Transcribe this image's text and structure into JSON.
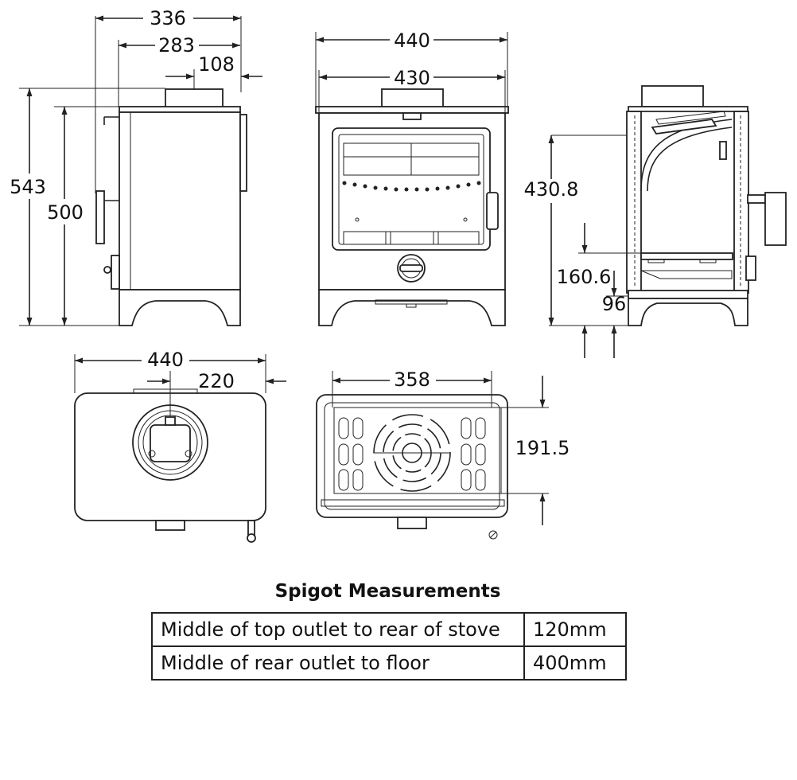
{
  "dimensions": {
    "side_view": {
      "overall_depth": "336",
      "body_depth": "283",
      "flue_offset": "108",
      "overall_height": "543",
      "body_height": "500"
    },
    "front_view": {
      "overall_width": "440",
      "body_width": "430"
    },
    "section_view": {
      "flue_height": "430.8",
      "intermediate_height": "160.6",
      "base_height": "96"
    },
    "top_view": {
      "width": "440",
      "half_width": "220"
    },
    "plan_section": {
      "inner_width": "358",
      "inner_depth": "191.5"
    }
  },
  "spigot": {
    "title": "Spigot Measurements",
    "rows": [
      {
        "label": "Middle of top outlet to rear of stove",
        "value": "120mm"
      },
      {
        "label": "Middle of rear outlet to floor",
        "value": "400mm"
      }
    ]
  }
}
